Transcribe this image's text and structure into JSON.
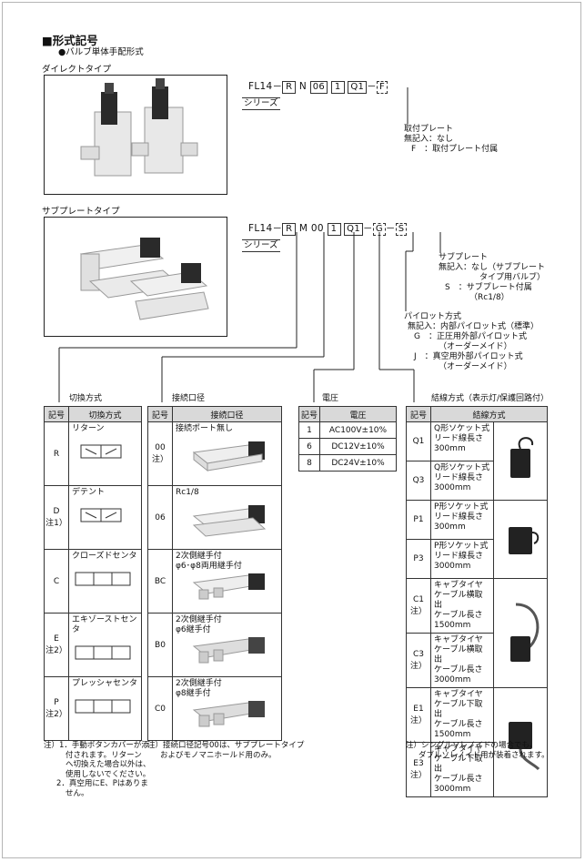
{
  "header": {
    "title": "■形式記号",
    "subtitle": "●バルブ単体手配形式"
  },
  "direct": {
    "label": "ダイレクトタイプ",
    "code": {
      "prefix": "FL14－",
      "p1": "R",
      "p2": "N",
      "p3": "06",
      "p4": "1",
      "p5": "Q1",
      "p6": "F",
      "dash": "－"
    },
    "series": "シリーズ",
    "mount_plate": {
      "title": "取付プレート",
      "line1": "無記入：なし",
      "line2": "F　：取付プレート付属"
    }
  },
  "subplate": {
    "label": "サブプレートタイプ",
    "code": {
      "prefix": "FL14－",
      "p1": "R",
      "p2": "M",
      "p3": "00",
      "p4": "1",
      "p5": "Q1",
      "p6": "G",
      "p7": "S",
      "dash": "－"
    },
    "series": "シリーズ",
    "subplate_opt": {
      "title": "サブプレート",
      "line1": "無記入：なし（サブプレート",
      "line2": "タイプ用バルブ）",
      "line3": "S　：サブプレート付属",
      "line4": "（Rc1/8）"
    },
    "pilot": {
      "title": "パイロット方式",
      "line1": "無記入：内部パイロット式（標準）",
      "line2": "G　：正圧用外部パイロット式",
      "line3": "（オーダーメイド）",
      "line4": "J　：真空用外部パイロット式",
      "line5": "（オーダーメイド）"
    }
  },
  "switch_table": {
    "caption": "切換方式",
    "headers": [
      "記号",
      "切換方式"
    ],
    "rows": [
      {
        "code": "R",
        "name": "リターン"
      },
      {
        "code": "D",
        "note": "注1）",
        "name": "デテント"
      },
      {
        "code": "C",
        "name": "クローズドセンタ"
      },
      {
        "code": "E",
        "note": "注2）",
        "name": "エキゾーストセンタ"
      },
      {
        "code": "P",
        "note": "注2）",
        "name": "プレッシャセンタ"
      }
    ],
    "notes": [
      "注）1．手動ボタンカバーが添",
      "付されます。リターン",
      "へ切換えた場合以外は、",
      "使用しないでください。",
      "2．真空用にE、Pはありま",
      "せん。"
    ]
  },
  "port_table": {
    "caption": "接続口径",
    "headers": [
      "記号",
      "接続口径"
    ],
    "rows": [
      {
        "code": "00",
        "note": "注）",
        "name": "接続ポート無し"
      },
      {
        "code": "06",
        "name": "Rc1/8"
      },
      {
        "code": "BC",
        "name": "2次側継手付",
        "name2": "φ6･φ8両用継手付"
      },
      {
        "code": "B0",
        "name": "2次側継手付",
        "name2": "φ6継手付"
      },
      {
        "code": "C0",
        "name": "2次側継手付",
        "name2": "φ8継手付"
      }
    ],
    "notes": [
      "注）接続口径記号00は、サブプレートタイプ",
      "およびモノマニホールド用のみ。"
    ]
  },
  "voltage_table": {
    "caption": "電圧",
    "headers": [
      "記号",
      "電圧"
    ],
    "rows": [
      {
        "code": "1",
        "name": "AC100V±10%"
      },
      {
        "code": "6",
        "name": "DC12V±10%"
      },
      {
        "code": "8",
        "name": "DC24V±10%"
      }
    ]
  },
  "wiring_table": {
    "caption": "結線方式（表示灯/保護回路付）",
    "headers": [
      "記号",
      "結線方式"
    ],
    "rows": [
      {
        "code": "Q1",
        "name": [
          "Q形ソケット式",
          "リード線長さ",
          "300mm"
        ]
      },
      {
        "code": "Q3",
        "name": [
          "Q形ソケット式",
          "リード線長さ",
          "3000mm"
        ]
      },
      {
        "code": "P1",
        "name": [
          "P形ソケット式",
          "リード線長さ",
          "300mm"
        ]
      },
      {
        "code": "P3",
        "name": [
          "P形ソケット式",
          "リード線長さ",
          "3000mm"
        ]
      },
      {
        "code": "C1",
        "note": "注）",
        "name": [
          "キャブタイヤ",
          "ケーブル横取出",
          "ケーブル長さ",
          "1500mm"
        ]
      },
      {
        "code": "C3",
        "note": "注）",
        "name": [
          "キャブタイヤ",
          "ケーブル横取出",
          "ケーブル長さ",
          "3000mm"
        ]
      },
      {
        "code": "E1",
        "note": "注）",
        "name": [
          "キャブタイヤ",
          "ケーブル下取出",
          "ケーブル長さ",
          "1500mm"
        ]
      },
      {
        "code": "E3",
        "note": "注）",
        "name": [
          "キャブタイヤ",
          "ケーブル下取出",
          "ケーブル長さ",
          "3000mm"
        ]
      }
    ],
    "notes": [
      "注）シングルソレノイドの場合でも、",
      "ダブルソレノイド用が装着されます。"
    ]
  },
  "colors": {
    "header_bg": "#d9d9d9",
    "line": "#222222",
    "valve_body": "#e6e6e6",
    "solenoid": "#2a2a2a"
  }
}
